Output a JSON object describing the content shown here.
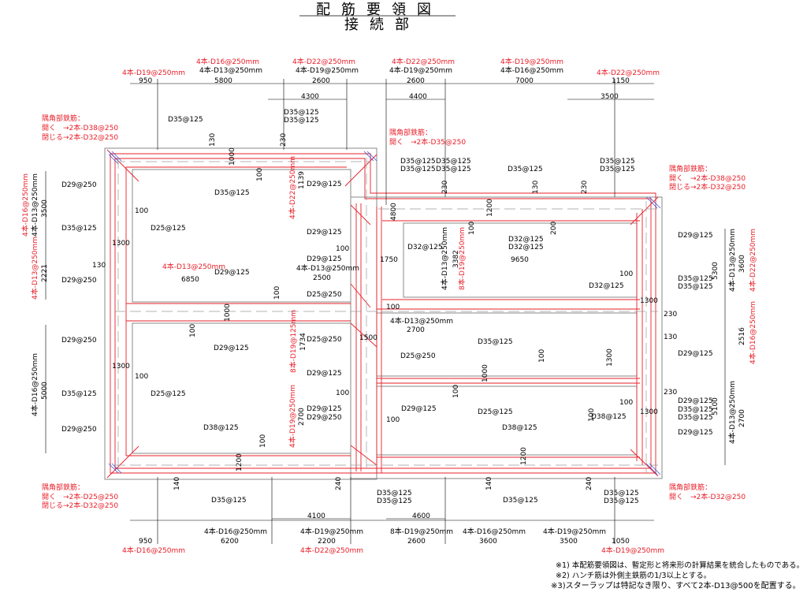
{
  "title": {
    "line1": "配筋要領図",
    "line2": "接続部"
  },
  "colors": {
    "red": "#e8202a",
    "black": "#000000",
    "gray": "#9a9a9a",
    "blue": "#2a4bd8"
  },
  "top_dims": {
    "d950": "950",
    "d5800": "5800",
    "d2600a": "2600",
    "d2600b": "2600",
    "d7000": "7000",
    "d1150": "1150",
    "d4300": "4300",
    "d4400": "4400",
    "d3500": "3500",
    "r1": "4本-D19@250mm",
    "r2": "4本-D16@250mm",
    "b2": "4本-D13@250mm",
    "r3": "4本-D22@250mm",
    "b3": "4本-D19@250mm",
    "r4": "4本-D22@250mm",
    "b4": "4本-D19@250mm",
    "r5": "4本-D19@250mm",
    "b5": "4本-D16@250mm",
    "r6": "4本-D22@250mm"
  },
  "corner_notes": {
    "tl": {
      "h": "隅角部鉄筋：",
      "a": "開く　→2本-D38@250",
      "b": "閉じる→2本-D32@250"
    },
    "tm": {
      "h": "隅角部鉄筋：",
      "a": "開く　→2本-D35@250"
    },
    "tr": {
      "h": "隅角部鉄筋：",
      "a": "開く　→2本-D38@250",
      "b": "閉じる→2本-D32@250"
    },
    "bl": {
      "h": "隅角部鉄筋：",
      "a": "開く　→2本-D25@250",
      "b": "閉じる→2本-D32@250"
    },
    "br": {
      "h": "隅角部鉄筋：",
      "a": "開く　→2本-D32@250"
    }
  },
  "labels": {
    "D35_125": "D35@125",
    "D29_250": "D29@250",
    "D29_125": "D29@125",
    "D25_125": "D25@125",
    "D25_250": "D25@250",
    "D32_125": "D32@125",
    "D38_125": "D38@125",
    "n100": "100",
    "n130": "130",
    "n230": "230",
    "n1000": "1000",
    "n1300": "1300",
    "n1200": "1200",
    "n200": "200",
    "n140": "140",
    "n240": "240",
    "n1139": "1139",
    "n1734": "1734",
    "n3382": "3382",
    "n4800": "4800",
    "n1750": "1750",
    "n9650": "9650",
    "n1500": "1500",
    "n6850": "6850",
    "n2500": "2500",
    "n2700": "2700",
    "r4_D13": "4本-D13@250mm",
    "b4_D13": "4本-D13@250mm"
  },
  "left_dims": {
    "r1": "4本-D16@250mm",
    "b1": "4本-D13@250mm",
    "d3500": "3500",
    "r2": "4本-D13@250mm",
    "d2221": "2221",
    "b3": "4本-D16@250mm",
    "d5000": "5000"
  },
  "right_dims": {
    "b1": "4本-D13@250mm",
    "d3600": "3600",
    "d5300": "5300",
    "r1": "4本-D22@250mm",
    "d2516": "2516",
    "r2": "4本-D16@250mm",
    "d5100": "5100",
    "b2": "4本-D13@250mm",
    "d2700": "2700"
  },
  "inner_vert": {
    "r1": "4本-D22@250mm",
    "r2": "8本-D19@125mm",
    "r3": "4本-D19@250mm",
    "d2700": "2700",
    "b4": "4本-D13@250mm",
    "r4": "8本-D19@250mm"
  },
  "bottom_dims": {
    "d950": "950",
    "d6200": "6200",
    "d2200": "2200",
    "d2600": "2600",
    "d3600": "3600",
    "d3500": "3500",
    "d1050": "1050",
    "d4100": "4100",
    "d4600": "4600",
    "b1": "4本-D16@250mm",
    "b2": "4本-D19@250mm",
    "b3": "8本-D19@250mm",
    "b4": "4本-D16@250mm",
    "b5": "4本-D19@250mm",
    "r1": "4本-D16@250mm",
    "r2": "4本-D22@250mm",
    "r3": "4本-D19@250mm"
  },
  "notes": {
    "n1": "※1) 本配筋要領図は、暫定形と将来形の計算結果を統合したものである。",
    "n2": "※2) ハンチ筋は外側主鉄筋の1/3以上とする。",
    "n3": "※3)スターラップは特記なき限り、すべて2本-D13@500を配置する。"
  }
}
